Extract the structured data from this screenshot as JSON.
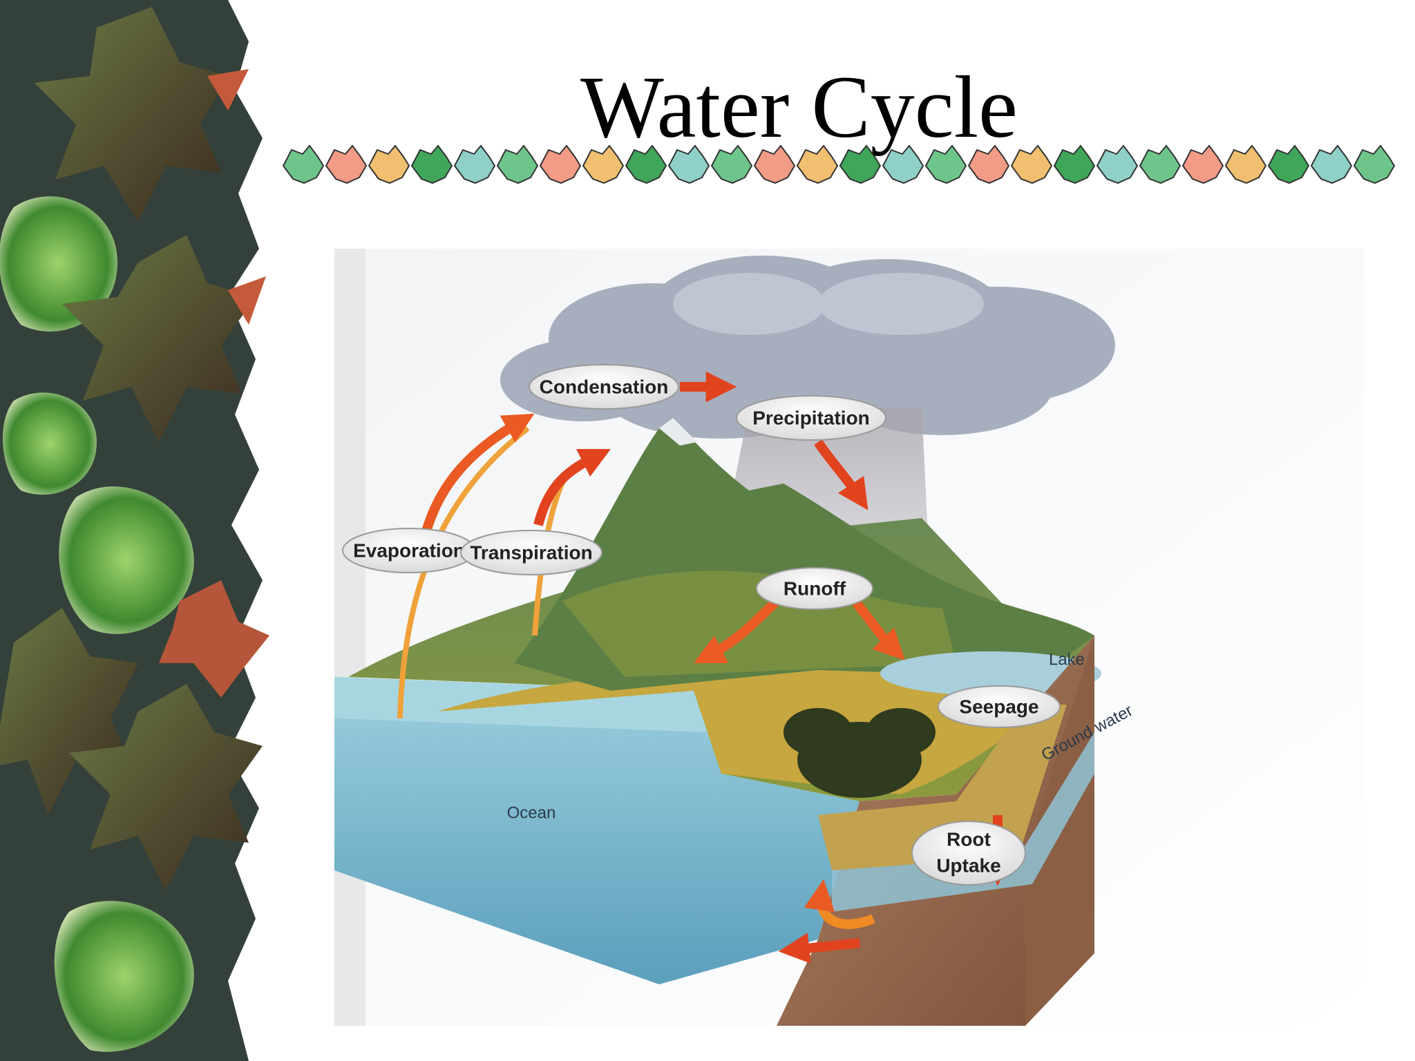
{
  "title": "Water Cycle",
  "diagram": {
    "processes": {
      "condensation": "Condensation",
      "precipitation": "Precipitation",
      "evaporation": "Evaporation",
      "transpiration": "Transpiration",
      "runoff": "Runoff",
      "seepage": "Seepage",
      "root_uptake_line1": "Root",
      "root_uptake_line2": "Uptake"
    },
    "labels": {
      "lake": "Lake",
      "ground_water": "Ground water",
      "ocean": "Ocean"
    }
  },
  "colors": {
    "arrow_red": "#e2431f",
    "arrow_orange": "#f08a25",
    "ocean": "#7fb8cf",
    "soil": "#9b6f4e",
    "grass": "#b7a23b",
    "mountain": "#4f7a3b"
  }
}
